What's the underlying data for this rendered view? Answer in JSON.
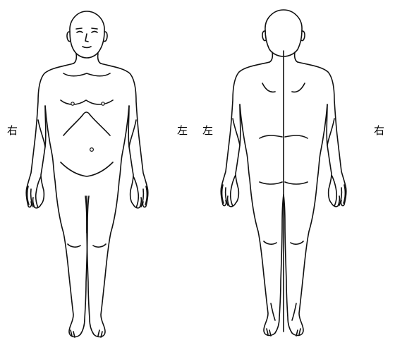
{
  "labels": {
    "front_right": "右",
    "front_left": "左",
    "back_left": "左",
    "back_right": "右"
  },
  "colors": {
    "ink": "#111111",
    "background": "#ffffff"
  }
}
